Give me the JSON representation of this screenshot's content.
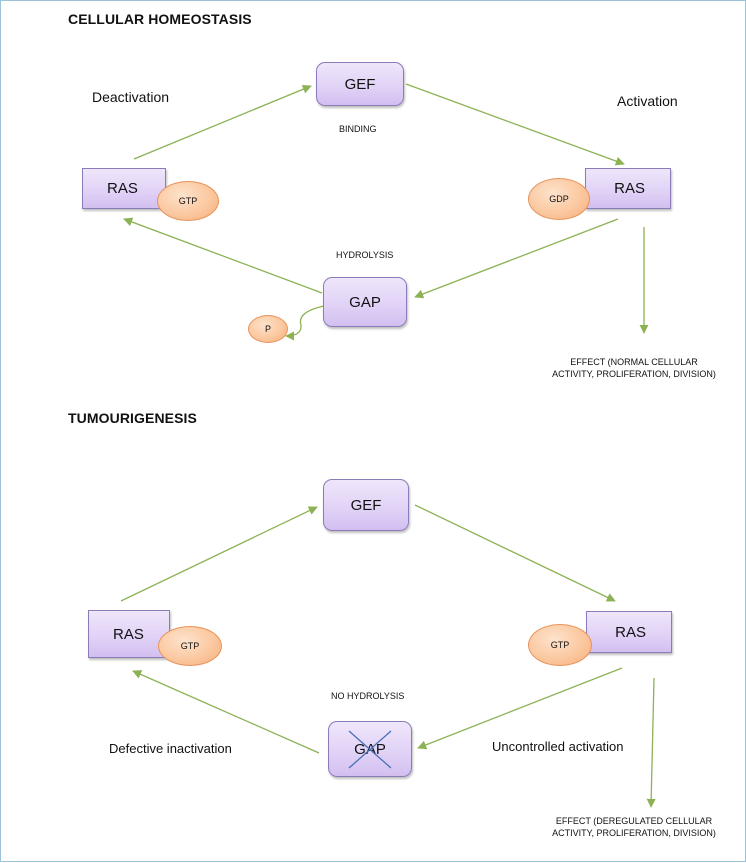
{
  "homeostasis": {
    "title": "CELLULAR HOMEOSTASIS",
    "deactivation_label": "Deactivation",
    "activation_label": "Activation",
    "gef_label": "GEF",
    "binding_label": "BINDING",
    "ras_left_label": "RAS",
    "gtp_label": "GTP",
    "ras_right_label": "RAS",
    "gdp_label": "GDP",
    "hydrolysis_label": "HYDROLYSIS",
    "gap_label": "GAP",
    "phosphate_label": "P",
    "effect_line1": "EFFECT (NORMAL CELLULAR",
    "effect_line2": "ACTIVITY, PROLIFERATION, DIVISION)"
  },
  "tumourigenesis": {
    "title": "TUMOURIGENESIS",
    "gef_label": "GEF",
    "ras_left_label": "RAS",
    "gtp_left_label": "GTP",
    "ras_right_label": "RAS",
    "gtp_right_label": "GTP",
    "no_hydrolysis_label": "NO HYDROLYSIS",
    "gap_label": "GAP",
    "defective_label": "Defective inactivation",
    "uncontrolled_label": "Uncontrolled activation",
    "effect_line1": "EFFECT (DEREGULATED CELLULAR",
    "effect_line2": "ACTIVITY, PROLIFERATION, DIVISION)"
  },
  "colors": {
    "arrow": "#8db255",
    "box_fill": "#e0d1f6",
    "box_border": "#8a7cb8",
    "pill_fill": "#fbc8a0",
    "pill_border": "#e8925a",
    "cross": "#4a6fb5"
  }
}
